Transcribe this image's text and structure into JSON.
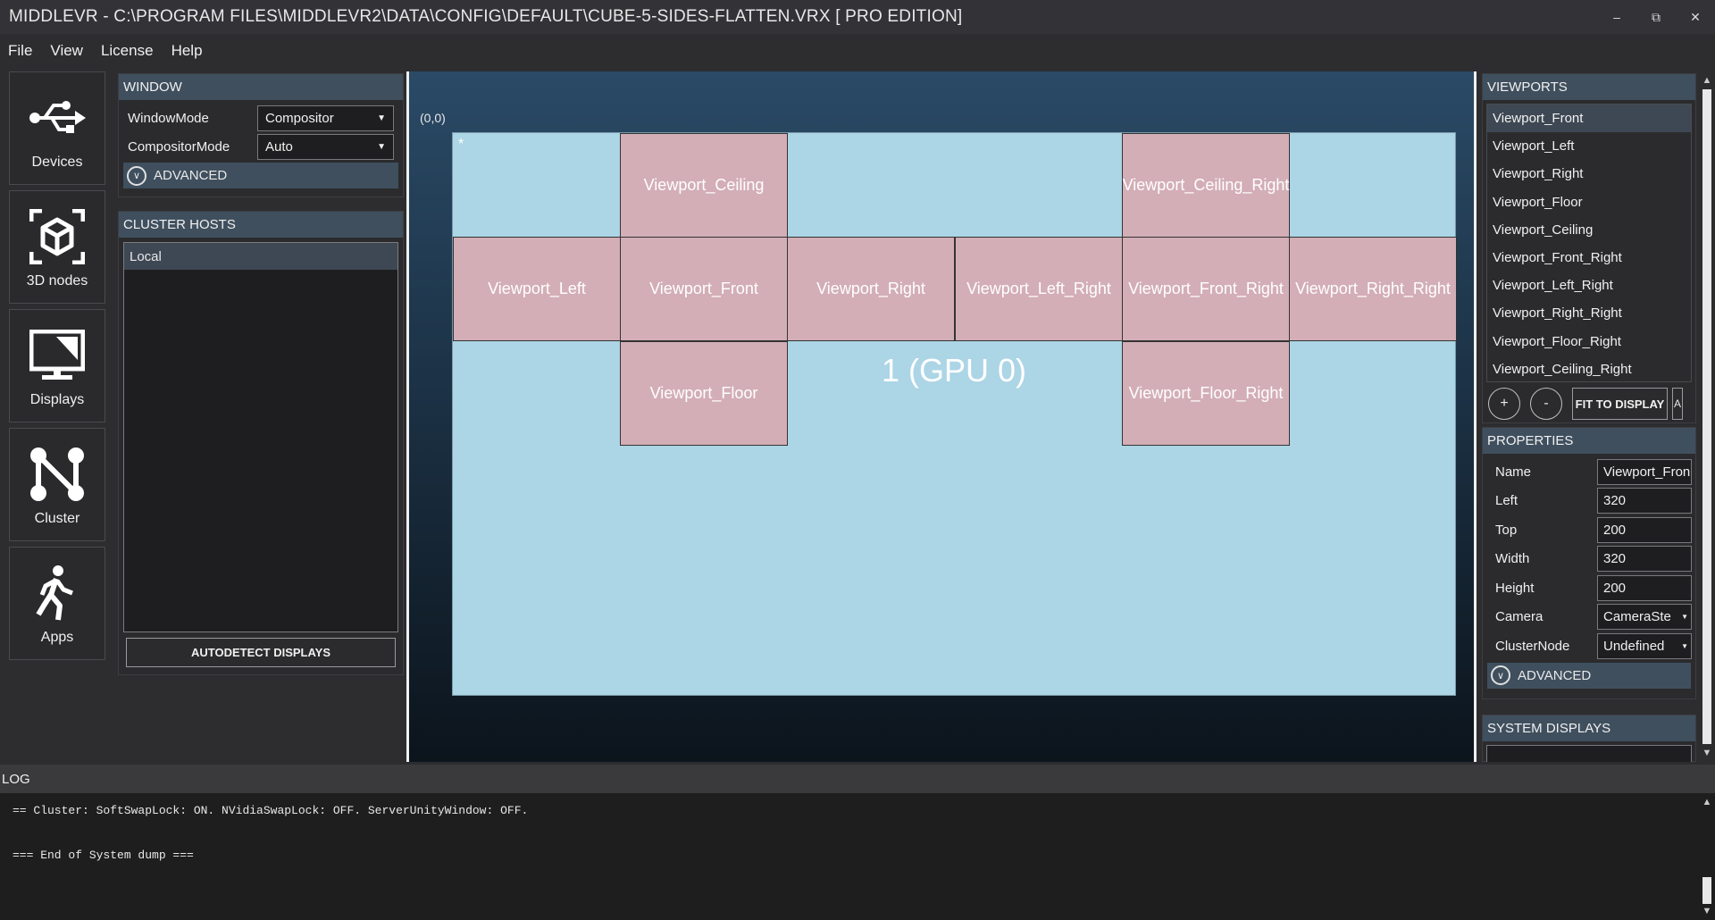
{
  "window": {
    "title": "MIDDLEVR - C:\\PROGRAM FILES\\MIDDLEVR2\\DATA\\CONFIG\\DEFAULT\\CUBE-5-SIDES-FLATTEN.VRX [ PRO EDITION]",
    "controls": {
      "minimize": "–",
      "restore": "⧉",
      "close": "✕"
    }
  },
  "menu": [
    "File",
    "View",
    "License",
    "Help"
  ],
  "nav": [
    {
      "label": "Devices",
      "icon": "usb-icon"
    },
    {
      "label": "3D nodes",
      "icon": "cube-icon"
    },
    {
      "label": "Displays",
      "icon": "display-icon"
    },
    {
      "label": "Cluster",
      "icon": "cluster-icon"
    },
    {
      "label": "Apps",
      "icon": "person-walking-icon"
    }
  ],
  "window_panel": {
    "header": "WINDOW",
    "window_mode_label": "WindowMode",
    "window_mode_value": "Compositor",
    "compositor_mode_label": "CompositorMode",
    "compositor_mode_value": "Auto",
    "advanced_label": "ADVANCED"
  },
  "cluster_hosts": {
    "header": "CLUSTER HOSTS",
    "items": [
      "Local"
    ],
    "autodetect_label": "AUTODETECT DISPLAYS"
  },
  "canvas": {
    "origin_label": "(0,0)",
    "display_star": "*",
    "display_label": "1 (GPU 0)",
    "viewports": [
      "Viewport_Ceiling",
      "Viewport_Ceiling_Right",
      "Viewport_Left",
      "Viewport_Front",
      "Viewport_Right",
      "Viewport_Left_Right",
      "Viewport_Front_Right",
      "Viewport_Right_Right",
      "Viewport_Floor",
      "Viewport_Floor_Right"
    ]
  },
  "viewports_panel": {
    "header": "VIEWPORTS",
    "items": [
      "Viewport_Front",
      "Viewport_Left",
      "Viewport_Right",
      "Viewport_Floor",
      "Viewport_Ceiling",
      "Viewport_Front_Right",
      "Viewport_Left_Right",
      "Viewport_Right_Right",
      "Viewport_Floor_Right",
      "Viewport_Ceiling_Right"
    ],
    "selected_index": 0,
    "add_label": "+",
    "remove_label": "-",
    "fit_label": "FIT TO DISPLAY",
    "extra_label": "A"
  },
  "properties": {
    "header": "PROPERTIES",
    "name_label": "Name",
    "name_value": "Viewport_Fron",
    "left_label": "Left",
    "left_value": "320",
    "top_label": "Top",
    "top_value": "200",
    "width_label": "Width",
    "width_value": "320",
    "height_label": "Height",
    "height_value": "200",
    "camera_label": "Camera",
    "camera_value": "CameraSte",
    "clusternode_label": "ClusterNode",
    "clusternode_value": "Undefined",
    "advanced_label": "ADVANCED"
  },
  "system_displays": {
    "header": "SYSTEM DISPLAYS"
  },
  "log": {
    "header": "LOG",
    "lines": [
      "== Cluster: SoftSwapLock: ON. NVidiaSwapLock: OFF. ServerUnityWindow: OFF.",
      "",
      "=== End of System dump ==="
    ]
  },
  "colors": {
    "panel_header": "#3f4f5e",
    "viewport_fill": "#d3aeb6",
    "display_fill": "#acd5e6",
    "selection": "#3e4854"
  }
}
